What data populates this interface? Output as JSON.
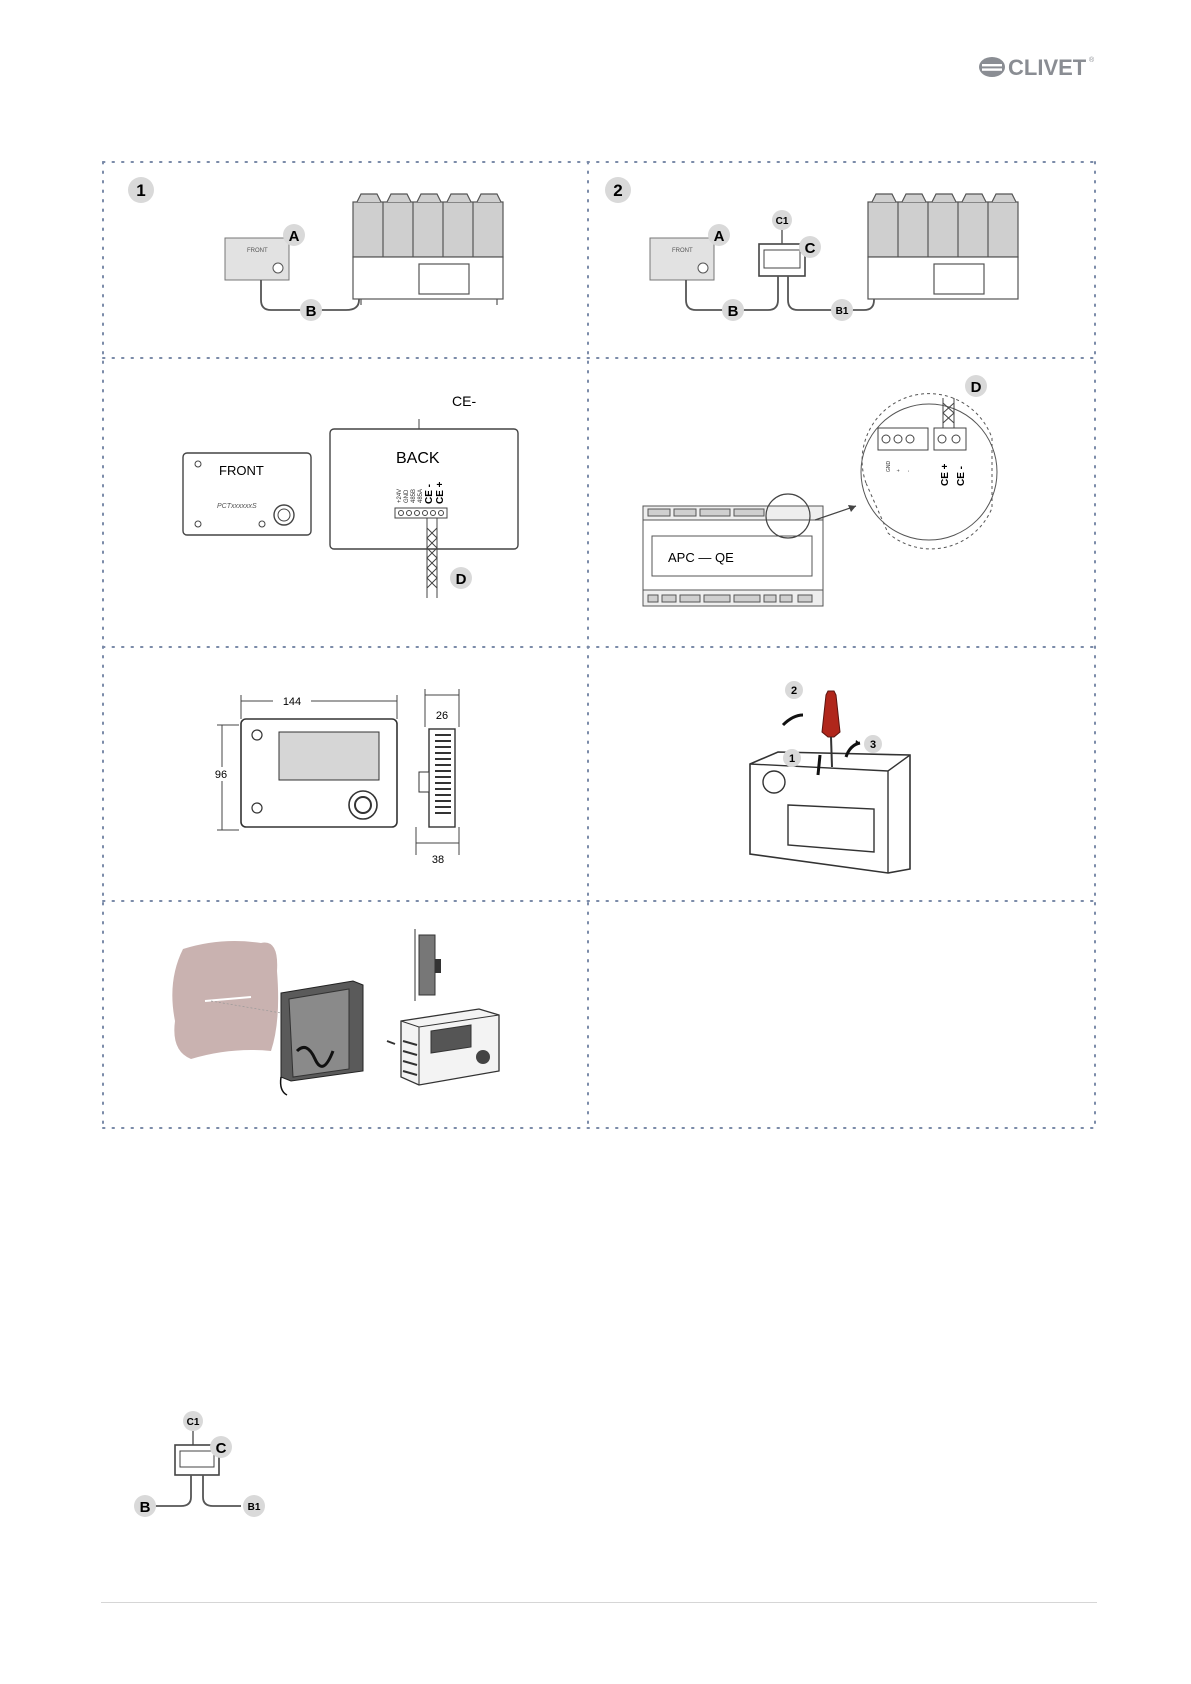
{
  "brand": {
    "name": "CLIVET",
    "trademark": "®"
  },
  "panels": {
    "p1": {
      "number": "1",
      "front_label": "FRONT",
      "labels": {
        "a": "A",
        "b": "B"
      }
    },
    "p2": {
      "number": "2",
      "front_label": "FRONT",
      "labels": {
        "a": "A",
        "b": "B",
        "b1": "B1",
        "c": "C",
        "c1": "C1"
      }
    },
    "p3": {
      "ce_minus_top": "CE-",
      "front_label": "FRONT",
      "back_label": "BACK",
      "model_text": "PCTxxxxxxS",
      "terminals": [
        "+24V",
        "GND",
        "485B",
        "485A"
      ],
      "ce_minus": "CE -",
      "ce_plus": "CE +",
      "label_d": "D"
    },
    "p4": {
      "board_text": "APC — QE",
      "label_d": "D",
      "ce_plus": "CE +",
      "ce_minus": "CE -"
    },
    "p5": {
      "width": "144",
      "height": "96",
      "depth_top": "26",
      "depth_bottom": "38"
    },
    "p6": {
      "steps": [
        "1",
        "2",
        "3"
      ]
    }
  },
  "legend_figure": {
    "labels": {
      "b": "B",
      "b1": "B1",
      "c": "C",
      "c1": "C1"
    }
  },
  "colors": {
    "badge_fill": "#d9d9d9",
    "line": "#555555",
    "dots": "#7a8aa8",
    "screwdriver": "#b0261b",
    "wall": "#c9b2b0",
    "brand_gray": "#8a8d93"
  }
}
